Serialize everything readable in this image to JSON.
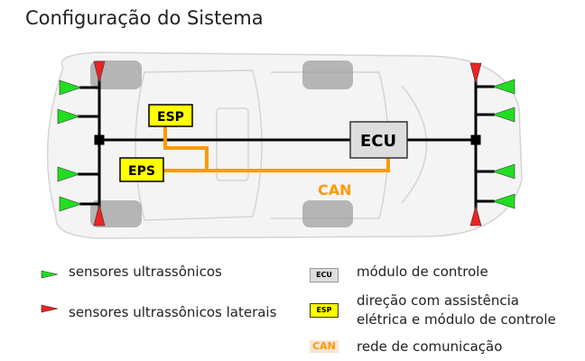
{
  "title": "Configuração do Sistema",
  "diagram": {
    "esp_label": "ESP",
    "eps_label": "EPS",
    "ecu_label": "ECU",
    "can_label": "CAN"
  },
  "legend": {
    "ultrasonic": "sensores ultrassônicos",
    "lateral": "sensores ultrassônicos laterais",
    "ecu_icon": "ECU",
    "ecu_text": "módulo de controle",
    "esp_icon": "ESP",
    "esp_text_1": "direção com assistência",
    "esp_text_2": "elétrica e módulo de controle",
    "can_icon": "CAN",
    "can_text": "rede de comunicação"
  },
  "colors": {
    "green": "#22dd22",
    "red": "#ee2222",
    "yellow": "#ffff00",
    "orange": "#ff9900",
    "ecu_grey": "#dddddd"
  }
}
